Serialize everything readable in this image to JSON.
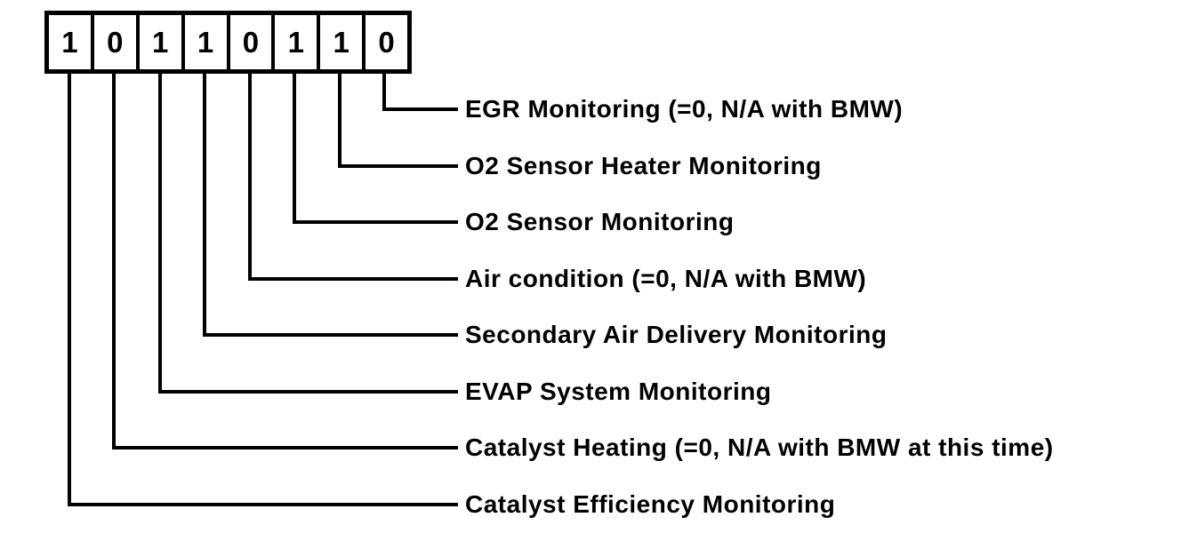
{
  "figure": {
    "type": "bit-field-diagram",
    "bits": [
      "1",
      "0",
      "1",
      "1",
      "0",
      "1",
      "1",
      "0"
    ],
    "rows": [
      {
        "label": "EGR Monitoring (=0, N/A with BMW)",
        "bit": "0"
      },
      {
        "label": "O2 Sensor Heater Monitoring",
        "bit": "1"
      },
      {
        "label": "O2 Sensor Monitoring",
        "bit": "1"
      },
      {
        "label": "Air condition (=0, N/A with BMW)",
        "bit": "0"
      },
      {
        "label": "Secondary Air Delivery Monitoring",
        "bit": "1"
      },
      {
        "label": "EVAP System Monitoring",
        "bit": "1"
      },
      {
        "label": "Catalyst Heating (=0, N/A with BMW at this time)",
        "bit": "0"
      },
      {
        "label": "Catalyst Efficiency Monitoring",
        "bit": "1"
      }
    ],
    "colors": {
      "ink": "#000000",
      "background": "#ffffff"
    }
  }
}
